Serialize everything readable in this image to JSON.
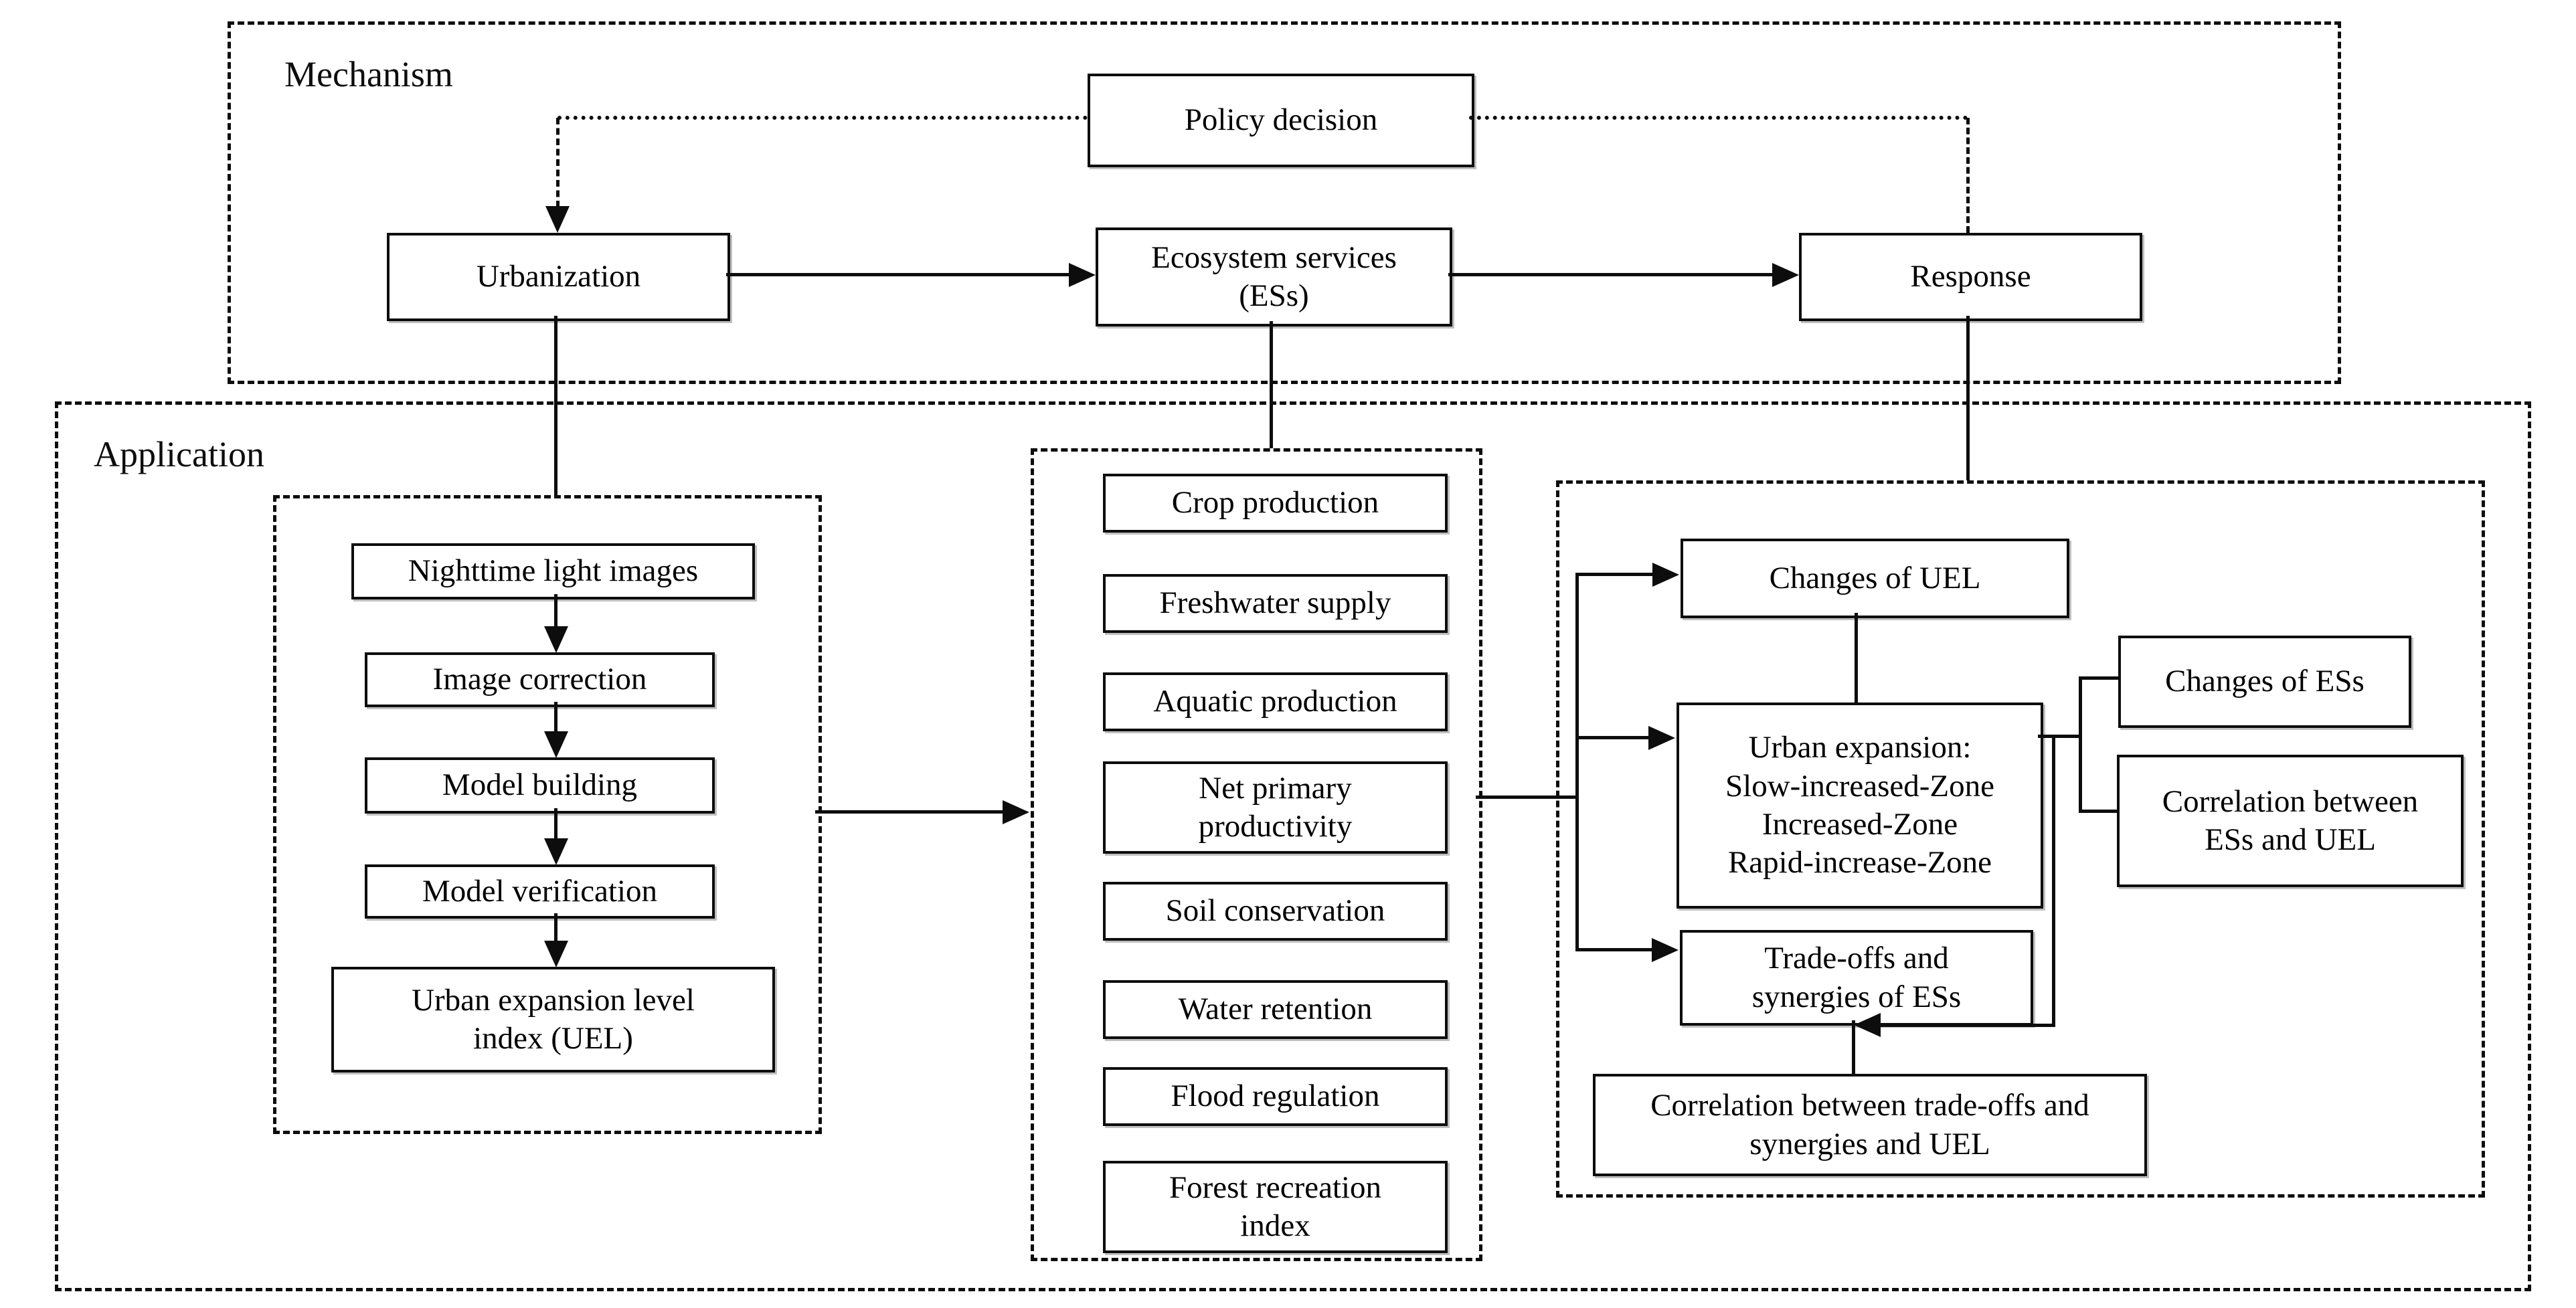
{
  "sections": {
    "mechanism": "Mechanism",
    "application": "Application"
  },
  "mechanism": {
    "policy_decision": "Policy decision",
    "urbanization": "Urbanization",
    "ecosystem_services": [
      "Ecosystem services",
      "(ESs)"
    ],
    "response": "Response"
  },
  "uel_workflow": {
    "nighttime_light_images": "Nighttime light images",
    "image_correction": "Image correction",
    "model_building": "Model building",
    "model_verification": "Model verification",
    "uel_index": [
      "Urban expansion level",
      "index (UEL)"
    ]
  },
  "ecosystem_services_list": [
    "Crop production",
    "Freshwater supply",
    "Aquatic production",
    [
      "Net primary",
      "productivity"
    ],
    "Soil conservation",
    "Water retention",
    "Flood regulation",
    [
      "Forest recreation",
      "index"
    ]
  ],
  "analysis": {
    "changes_of_uel": "Changes of UEL",
    "urban_expansion": [
      "Urban expansion:",
      "Slow-increased-Zone",
      "Increased-Zone",
      "Rapid-increase-Zone"
    ],
    "changes_of_ess": "Changes of ESs",
    "correlation_ess_uel": [
      "Correlation between",
      "ESs and UEL"
    ],
    "tradeoffs_synergies": [
      "Trade-offs and",
      "synergies of ESs"
    ],
    "correlation_tradeoffs_uel": [
      "Correlation between trade-offs and",
      "synergies and UEL"
    ]
  },
  "colors": {
    "line": "#0d0d0d",
    "text": "#000000",
    "background": "#ffffff"
  }
}
